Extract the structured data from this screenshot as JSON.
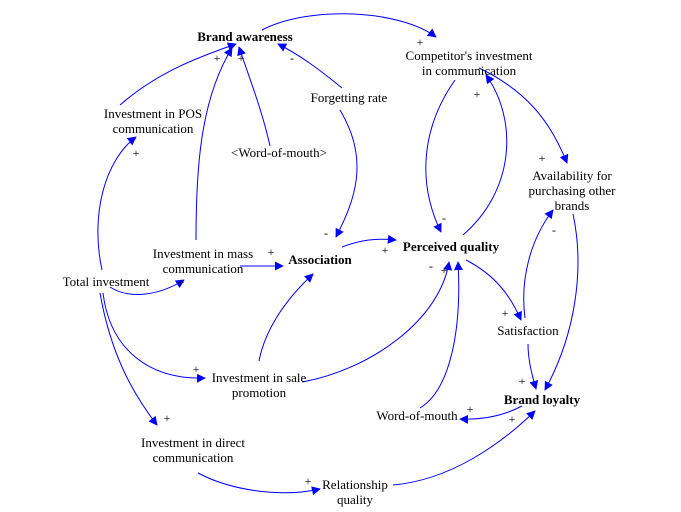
{
  "colors": {
    "edge": "#0000ff",
    "text": "#000000",
    "background": "#ffffff"
  },
  "nodes": {
    "brand_awareness": {
      "lines": [
        "Brand awareness"
      ],
      "bold": true
    },
    "competitor_investment": {
      "lines": [
        "Competitor's investment",
        "in communication"
      ],
      "bold": false
    },
    "forgetting_rate": {
      "lines": [
        "Forgetting rate"
      ],
      "bold": false
    },
    "investment_pos": {
      "lines": [
        "Investment in POS",
        "communication"
      ],
      "bold": false
    },
    "word_of_mouth_shadow": {
      "lines": [
        "<Word-of-mouth>"
      ],
      "bold": false
    },
    "availability": {
      "lines": [
        "Availability for",
        "purchasing other",
        "brands"
      ],
      "bold": false
    },
    "investment_mass": {
      "lines": [
        "Investment in mass",
        "communication"
      ],
      "bold": false
    },
    "association": {
      "lines": [
        "Association"
      ],
      "bold": true
    },
    "perceived_quality": {
      "lines": [
        "Perceived quality"
      ],
      "bold": true
    },
    "total_investment": {
      "lines": [
        "Total investment"
      ],
      "bold": false
    },
    "satisfaction": {
      "lines": [
        "Satisfaction"
      ],
      "bold": false
    },
    "investment_sale": {
      "lines": [
        "Investment in sale",
        "promotion"
      ],
      "bold": false
    },
    "brand_loyalty": {
      "lines": [
        "Brand loyalty"
      ],
      "bold": true
    },
    "word_of_mouth": {
      "lines": [
        "Word-of-mouth"
      ],
      "bold": false
    },
    "investment_direct": {
      "lines": [
        "Investment in direct",
        "communication"
      ],
      "bold": false
    },
    "relationship_quality": {
      "lines": [
        "Relationship",
        "quality"
      ],
      "bold": false
    }
  },
  "links": [
    {
      "from": "brand_awareness",
      "to": "competitor_investment",
      "polarity": "+"
    },
    {
      "from": "investment_pos",
      "to": "brand_awareness",
      "polarity": "+"
    },
    {
      "from": "word_of_mouth_shadow",
      "to": "brand_awareness",
      "polarity": "+"
    },
    {
      "from": "forgetting_rate",
      "to": "brand_awareness",
      "polarity": "-"
    },
    {
      "from": "investment_mass",
      "to": "brand_awareness",
      "polarity": ""
    },
    {
      "from": "forgetting_rate",
      "to": "association",
      "polarity": "-"
    },
    {
      "from": "competitor_investment",
      "to": "perceived_quality",
      "polarity": "-"
    },
    {
      "from": "perceived_quality",
      "to": "competitor_investment",
      "polarity": "+"
    },
    {
      "from": "competitor_investment",
      "to": "availability",
      "polarity": "+"
    },
    {
      "from": "total_investment",
      "to": "investment_pos",
      "polarity": "+"
    },
    {
      "from": "total_investment",
      "to": "investment_mass",
      "polarity": "+"
    },
    {
      "from": "investment_mass",
      "to": "association",
      "polarity": "+"
    },
    {
      "from": "association",
      "to": "perceived_quality",
      "polarity": "+"
    },
    {
      "from": "investment_sale",
      "to": "association",
      "polarity": ""
    },
    {
      "from": "total_investment",
      "to": "investment_sale",
      "polarity": "+"
    },
    {
      "from": "investment_sale",
      "to": "perceived_quality",
      "polarity": "-"
    },
    {
      "from": "word_of_mouth",
      "to": "perceived_quality",
      "polarity": "+"
    },
    {
      "from": "perceived_quality",
      "to": "satisfaction",
      "polarity": "+"
    },
    {
      "from": "satisfaction",
      "to": "availability",
      "polarity": "-"
    },
    {
      "from": "availability",
      "to": "brand_loyalty",
      "polarity": ""
    },
    {
      "from": "satisfaction",
      "to": "brand_loyalty",
      "polarity": "+"
    },
    {
      "from": "brand_loyalty",
      "to": "word_of_mouth",
      "polarity": "+"
    },
    {
      "from": "total_investment",
      "to": "investment_direct",
      "polarity": "+"
    },
    {
      "from": "investment_direct",
      "to": "relationship_quality",
      "polarity": "+"
    },
    {
      "from": "relationship_quality",
      "to": "brand_loyalty",
      "polarity": "+"
    }
  ]
}
